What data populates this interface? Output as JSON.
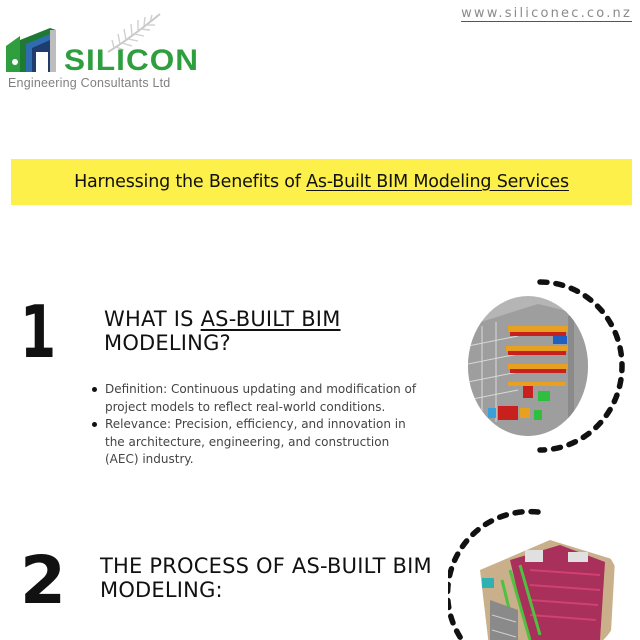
{
  "brand": {
    "name": "SILICON",
    "subtitle": "Engineering Consultants Ltd",
    "url": "www.siliconec.co.nz",
    "colors": {
      "green": "#2e9e3e",
      "dark_green": "#1e7a32",
      "blue": "#2f6db0",
      "navy": "#1f3c6e",
      "grey": "#808080"
    }
  },
  "banner": {
    "prefix": "Harnessing the Benefits of ",
    "highlight": "As-Built BIM Modeling Services",
    "background": "#fdf04a"
  },
  "sections": [
    {
      "number": "1",
      "title_prefix": "WHAT IS ",
      "title_highlight": "AS-BUILT BIM",
      "title_suffix": "MODELING?",
      "bullets": [
        "Definition: Continuous updating and modification of project models to reflect real-world conditions.",
        "Relevance: Precision, efficiency, and innovation in the architecture, engineering, and construction (AEC) industry."
      ],
      "image": "bim-building-section-icon"
    },
    {
      "number": "2",
      "title_line1": "THE PROCESS OF AS-BUILT BIM",
      "title_line2": "MODELING:",
      "image": "bim-mep-model-icon"
    }
  ]
}
